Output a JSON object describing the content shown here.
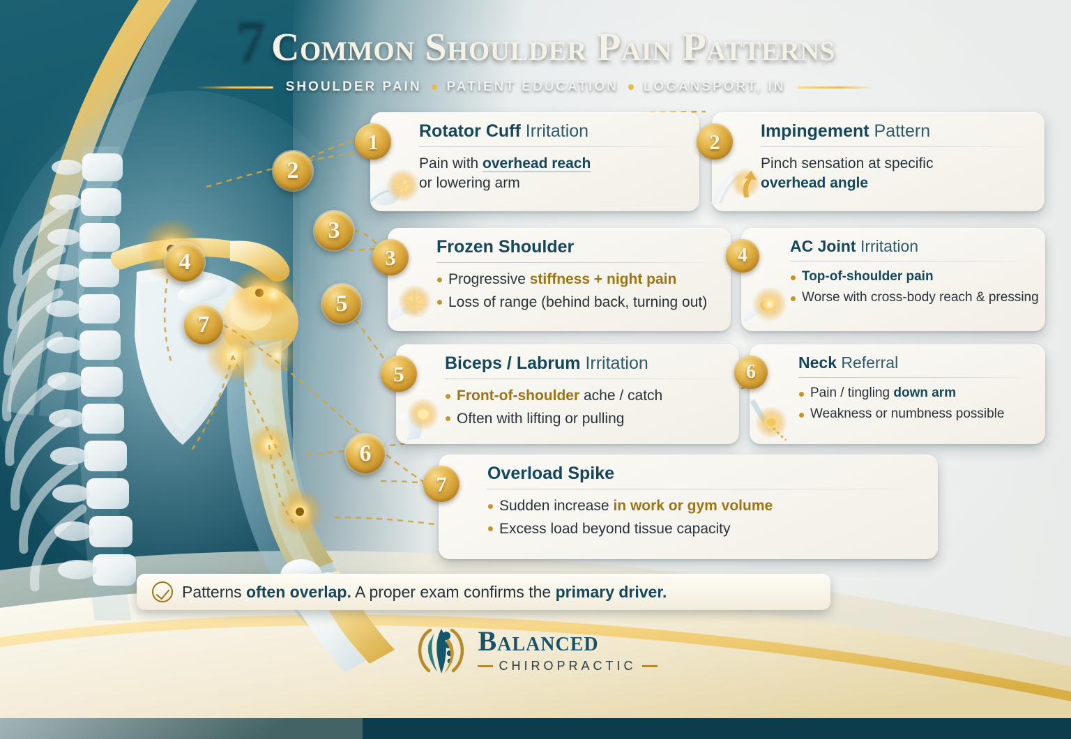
{
  "header": {
    "number": "7",
    "title": "Common Shoulder Pain Patterns",
    "subtitle_parts": [
      "SHOULDER PAIN",
      "PATIENT EDUCATION",
      "LOGANSPORT, IN"
    ],
    "separator_icon": "dot-separator-icon"
  },
  "cards": [
    {
      "number": "1",
      "title_bold": "Rotator Cuff",
      "title_light": "Irritation",
      "thumb_icon": "shoulder-joint-flare-icon",
      "body_lines": [
        {
          "type": "plain",
          "segments": [
            {
              "text": "Pain with ",
              "style": "normal"
            },
            {
              "text": "overhead reach",
              "style": "teal-underline"
            }
          ]
        },
        {
          "type": "plain",
          "segments": [
            {
              "text": "or lowering arm",
              "style": "normal"
            }
          ]
        }
      ]
    },
    {
      "number": "2",
      "title_bold": "Impingement",
      "title_light": "Pattern",
      "thumb_icon": "upward-arrow-pinch-icon",
      "body_lines": [
        {
          "type": "plain",
          "segments": [
            {
              "text": "Pinch sensation at specific",
              "style": "normal"
            }
          ]
        },
        {
          "type": "plain",
          "segments": [
            {
              "text": "overhead angle",
              "style": "teal"
            }
          ]
        }
      ]
    },
    {
      "number": "3",
      "title_bold": "Frozen Shoulder",
      "title_light": "",
      "thumb_icon": "stiff-joint-flare-icon",
      "body_lines": [
        {
          "type": "bullet",
          "segments": [
            {
              "text": "Progressive ",
              "style": "normal"
            },
            {
              "text": "stiffness + night pain",
              "style": "gold"
            }
          ]
        },
        {
          "type": "bullet",
          "segments": [
            {
              "text": "Loss of range (behind back, turning out)",
              "style": "normal"
            }
          ]
        }
      ]
    },
    {
      "number": "4",
      "title_bold": "AC Joint",
      "title_light": "Irritation",
      "thumb_icon": "ac-joint-flare-icon",
      "body_lines": [
        {
          "type": "bullet",
          "segments": [
            {
              "text": "Top-of-shoulder pain",
              "style": "teal"
            }
          ]
        },
        {
          "type": "bullet",
          "segments": [
            {
              "text": "Worse with cross-body reach & pressing",
              "style": "normal"
            }
          ]
        }
      ]
    },
    {
      "number": "5",
      "title_bold": "Biceps / Labrum",
      "title_light": "Irritation",
      "thumb_icon": "biceps-tendon-flare-icon",
      "body_lines": [
        {
          "type": "bullet",
          "segments": [
            {
              "text": "Front-of-shoulder",
              "style": "gold"
            },
            {
              "text": " ache / catch",
              "style": "normal"
            }
          ]
        },
        {
          "type": "bullet",
          "segments": [
            {
              "text": "Often with lifting or pulling",
              "style": "normal"
            }
          ]
        }
      ]
    },
    {
      "number": "6",
      "title_bold": "Neck",
      "title_light": "Referral",
      "thumb_icon": "nerve-referral-flare-icon",
      "body_lines": [
        {
          "type": "bullet",
          "segments": [
            {
              "text": "Pain / tingling ",
              "style": "normal"
            },
            {
              "text": "down arm",
              "style": "teal"
            }
          ]
        },
        {
          "type": "bullet",
          "segments": [
            {
              "text": "Weakness or numbness possible",
              "style": "normal"
            }
          ]
        }
      ]
    },
    {
      "number": "7",
      "title_bold": "Overload Spike",
      "title_light": "",
      "thumb_icon": "",
      "body_lines": [
        {
          "type": "bullet",
          "segments": [
            {
              "text": "Sudden increase ",
              "style": "normal"
            },
            {
              "text": "in work or gym volume",
              "style": "gold"
            }
          ]
        },
        {
          "type": "bullet",
          "segments": [
            {
              "text": "Excess load beyond tissue capacity",
              "style": "normal"
            }
          ]
        }
      ]
    }
  ],
  "markers": [
    {
      "id": "m2",
      "label": "2"
    },
    {
      "id": "m3",
      "label": "3"
    },
    {
      "id": "m4",
      "label": "4"
    },
    {
      "id": "m5",
      "label": "5"
    },
    {
      "id": "m6",
      "label": "6"
    },
    {
      "id": "m7",
      "label": "7"
    }
  ],
  "footnote": {
    "icon": "check-circle-icon",
    "text_html": "Patterns <b>often overlap.</b> A proper exam confirms the <b>primary driver.</b>",
    "plain": "Patterns often overlap. A proper exam confirms the primary driver."
  },
  "logo": {
    "mark_icon": "balanced-chiropractic-spine-leaf-icon",
    "name": "Balanced",
    "tagline": "CHIROPRACTIC"
  },
  "colors": {
    "teal_bg_dark": "#0c3b4b",
    "teal_bg_light": "#1c6073",
    "gold": "#d9a637",
    "gold_deep": "#9d7414",
    "card_bg": "#f8f5ef",
    "title_teal": "#14475c",
    "body_text": "#27323a",
    "panel_light": "#eceeed"
  },
  "anatomy": {
    "alt": "x-ray style shoulder, spine and arm illustration with glowing gold pain points"
  }
}
